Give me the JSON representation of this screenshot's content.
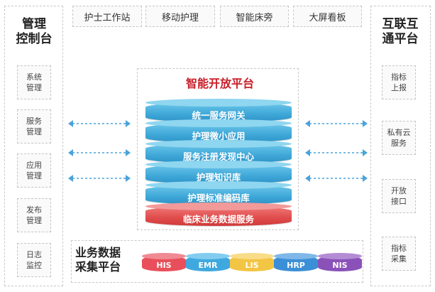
{
  "left_panel": {
    "title": "管理\n控制台",
    "items": [
      "系统\n管理",
      "服务\n管理",
      "应用\n管理",
      "发布\n管理",
      "日志\n监控"
    ]
  },
  "right_panel": {
    "title": "互联互\n通平台",
    "items": [
      "指标\n上报",
      "私有云\n服务",
      "开放\n接口",
      "指标\n采集"
    ]
  },
  "top_items": [
    "护士工作站",
    "移动护理",
    "智能床旁",
    "大屏看板"
  ],
  "center": {
    "title": "智能开放平台",
    "layers": [
      "统一服务网关",
      "护理微小应用",
      "服务注册发现中心",
      "护理知识库",
      "护理标准编码库",
      "临床业务数据服务"
    ]
  },
  "bottom": {
    "title": "业务数据\n采集平台",
    "databases": [
      {
        "label": "HIS",
        "color": "#e84f5a"
      },
      {
        "label": "EMR",
        "color": "#3fa9df"
      },
      {
        "label": "LIS",
        "color": "#f3c545"
      },
      {
        "label": "HRP",
        "color": "#3b8fd6"
      },
      {
        "label": "NIS",
        "color": "#8a52b8"
      }
    ]
  },
  "colors": {
    "accent_red": "#c81e28",
    "layer_blue": "#3ea7d8",
    "arrow_blue": "#4aa3da"
  }
}
